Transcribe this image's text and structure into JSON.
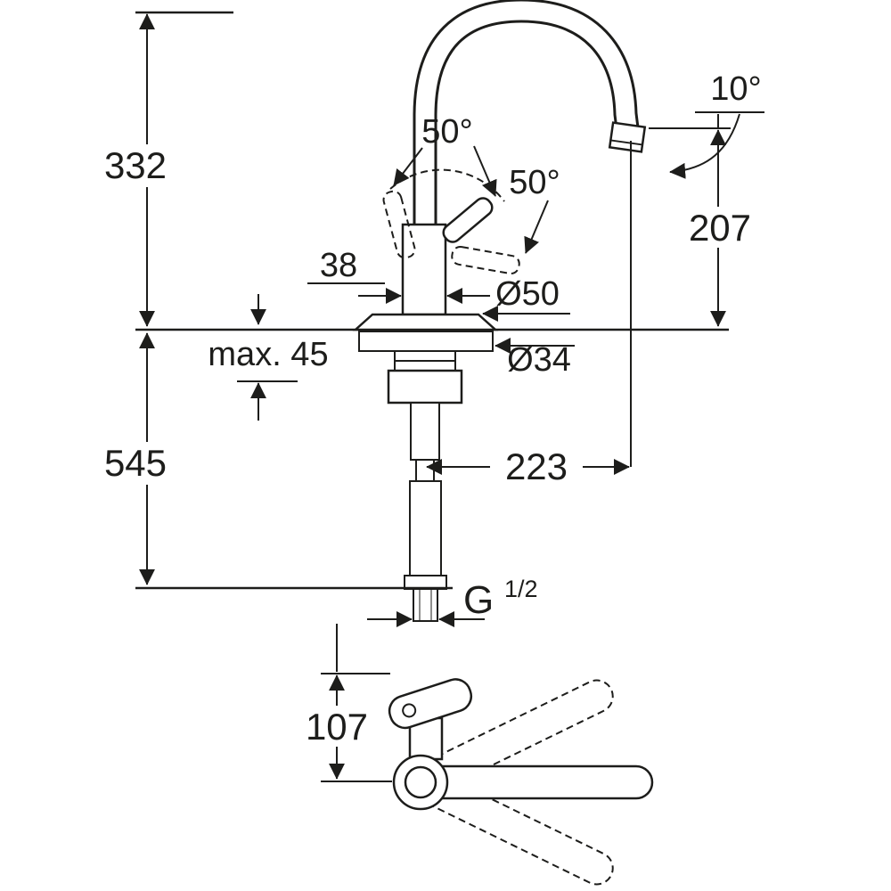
{
  "page": {
    "background": "#ffffff",
    "line_color": "#1d1d1b",
    "content": "kitchen faucet dimensional technical drawing"
  },
  "drawing": {
    "dims": {
      "height_upper": "332",
      "height_total": "545",
      "max_counter": "max. 45",
      "offset_38": "38",
      "dia_50": "Ø50",
      "dia_34": "Ø34",
      "reach_223": "223",
      "outlet_height_207": "207",
      "angle_10": "10°",
      "angle_50_a": "50°",
      "angle_50_b": "50°",
      "thread_g": "G",
      "thread_frac": "1/2",
      "offset_107": "107"
    }
  }
}
